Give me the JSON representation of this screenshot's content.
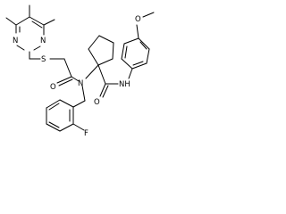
{
  "molecule": {
    "atom_labels": {
      "n_upper": "N",
      "n_lower": "N",
      "s": "S",
      "o_amide": "O",
      "n_amide": "N",
      "o_amide2": "O",
      "nh": "NH",
      "o_methoxy": "O",
      "f": "F"
    },
    "colors": {
      "bond": "#000000",
      "label": "#000000",
      "background": "#ffffff"
    }
  }
}
